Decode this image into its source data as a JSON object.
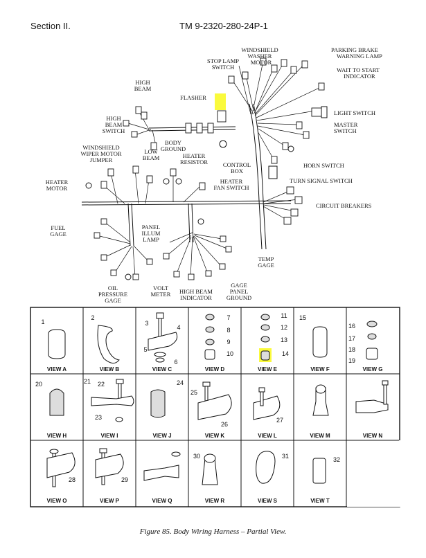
{
  "header": {
    "section": "Section II.",
    "manual": "TM 9-2320-280-24P-1"
  },
  "callouts": {
    "windshield_washer_motor": [
      "WINDSHIELD",
      "WASHER",
      "MOTOR"
    ],
    "parking_brake": [
      "PARKING BRAKE",
      "WARNING LAMP"
    ],
    "stop_lamp": [
      "STOP LAMP",
      "SWITCH"
    ],
    "wait_to_start": [
      "WAIT TO START",
      "INDICATOR"
    ],
    "flasher": "FLASHER",
    "high_beam": [
      "HIGH",
      "BEAM"
    ],
    "light_switch": "LIGHT SWITCH",
    "master_switch": [
      "MASTER",
      "SWITCH"
    ],
    "high_beam_switch": [
      "HIGH",
      "BEAM",
      "SWITCH"
    ],
    "low_beam": [
      "LOW",
      "BEAM"
    ],
    "body_ground": [
      "BODY",
      "GROUND"
    ],
    "heater_resistor": [
      "HEATER",
      "RESISTOR"
    ],
    "control_box": [
      "CONTROL",
      "BOX"
    ],
    "horn_switch": "HORN SWITCH",
    "windshield_wiper_motor": [
      "WINDSHIELD",
      "WIPER MOTOR",
      "JUMPER"
    ],
    "heater_fan_switch": [
      "HEATER",
      "FAN SWITCH"
    ],
    "turn_signal_switch": "TURN SIGNAL SWITCH",
    "heater_motor": [
      "HEATER",
      "MOTOR"
    ],
    "circuit_breakers": "CIRCUIT BREAKERS",
    "fuel_gage": [
      "FUEL",
      "GAGE"
    ],
    "panel_illum_lamp": [
      "PANEL",
      "ILLUM",
      "LAMP"
    ],
    "temp_gage": [
      "TEMP",
      "GAGE"
    ],
    "oil_pressure_gage": [
      "OIL",
      "PRESSURE",
      "GAGE"
    ],
    "volt_meter": [
      "VOLT",
      "METER"
    ],
    "high_beam_indicator": [
      "HIGH BEAM",
      "INDICATOR"
    ],
    "gage_panel_ground": [
      "GAGE",
      "PANEL",
      "GROUND"
    ]
  },
  "views": {
    "a": "VIEW A",
    "b": "VIEW B",
    "c": "VIEW C",
    "d": "VIEW D",
    "e": "VIEW E",
    "f": "VIEW F",
    "g": "VIEW G",
    "h": "VIEW H",
    "i": "VIEW I",
    "j": "VIEW J",
    "k": "VIEW K",
    "l": "VIEW L",
    "m": "VIEW M",
    "n": "VIEW N",
    "o": "VIEW O",
    "p": "VIEW P",
    "q": "VIEW Q",
    "r": "VIEW R",
    "s": "VIEW S",
    "t": "VIEW T"
  },
  "item_numbers": [
    "1",
    "2",
    "3",
    "4",
    "5",
    "6",
    "7",
    "8",
    "9",
    "10",
    "11",
    "12",
    "13",
    "14",
    "15",
    "16",
    "17",
    "18",
    "19",
    "20",
    "21",
    "22",
    "23",
    "24",
    "25",
    "26",
    "27",
    "28",
    "29",
    "30",
    "31",
    "32"
  ],
  "highlight_color": "#fafa3c",
  "caption": "Figure 85.  Body Wiring Harness – Partial View."
}
